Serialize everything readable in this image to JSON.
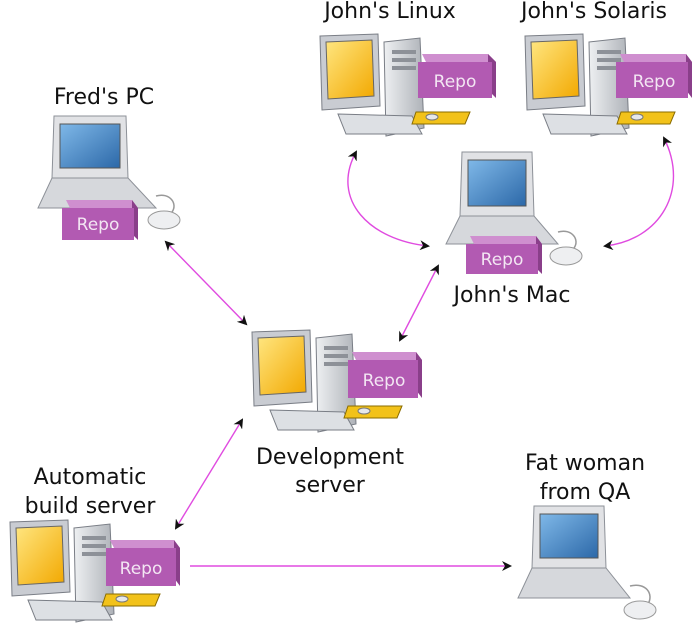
{
  "colors": {
    "arrow": "#e04be0",
    "repo_front": "#b25ab2",
    "repo_side": "#8a3f8a",
    "repo_top": "#cf8fcf",
    "tower": "#c9ccd2",
    "monitor_frame": "#d4d7dc",
    "screen_yellow": "#ffcc00",
    "screen_blue": "#3f86c8",
    "laptop_body": "#e1e2e5"
  },
  "repo_label": "Repo",
  "nodes": [
    {
      "id": "johns-linux",
      "label_lines": [
        "John's Linux"
      ],
      "icon": "desktop-tower-icon",
      "has_repo": true
    },
    {
      "id": "johns-solaris",
      "label_lines": [
        "John's Solaris"
      ],
      "icon": "desktop-tower-icon",
      "has_repo": true
    },
    {
      "id": "freds-pc",
      "label_lines": [
        "Fred's PC"
      ],
      "icon": "laptop-icon",
      "has_repo": true
    },
    {
      "id": "johns-mac",
      "label_lines": [
        "John's Mac"
      ],
      "icon": "laptop-icon",
      "has_repo": true
    },
    {
      "id": "development-server",
      "label_lines": [
        "Development",
        "server"
      ],
      "icon": "desktop-tower-icon",
      "has_repo": true
    },
    {
      "id": "automatic-build-server",
      "label_lines": [
        "Automatic",
        "build server"
      ],
      "icon": "desktop-tower-icon",
      "has_repo": true
    },
    {
      "id": "fat-woman-from-qa",
      "label_lines": [
        "Fat woman",
        "from QA"
      ],
      "icon": "laptop-icon",
      "has_repo": false
    }
  ],
  "connections": [
    {
      "from": "freds-pc",
      "to": "development-server",
      "bidirectional": true
    },
    {
      "from": "johns-mac",
      "to": "development-server",
      "bidirectional": true
    },
    {
      "from": "johns-linux",
      "to": "johns-mac",
      "bidirectional": true
    },
    {
      "from": "johns-solaris",
      "to": "johns-mac",
      "bidirectional": true
    },
    {
      "from": "development-server",
      "to": "automatic-build-server",
      "bidirectional": true
    },
    {
      "from": "automatic-build-server",
      "to": "fat-woman-from-qa",
      "bidirectional": false
    }
  ]
}
